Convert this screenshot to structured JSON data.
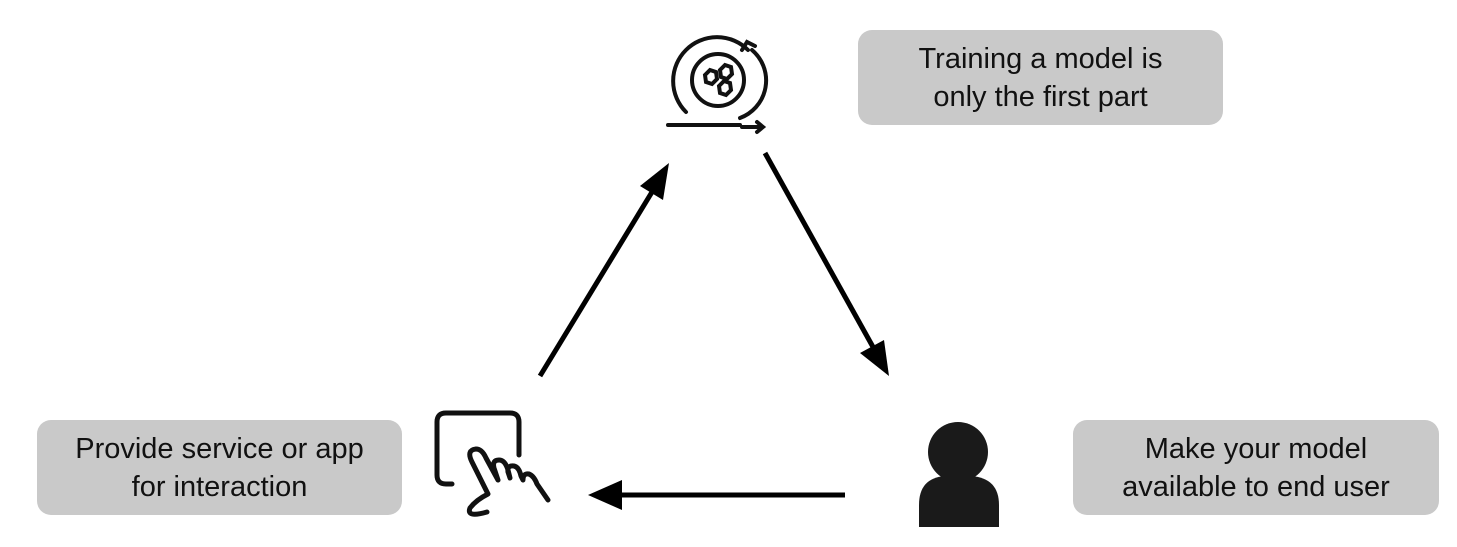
{
  "boxes": {
    "training": "Training a model is\nonly the first part",
    "provide": "Provide service or app\nfor interaction",
    "make_available": "Make your model\navailable to end user"
  },
  "icons": [
    "model-training-cycle-icon",
    "touch-screen-icon",
    "user-icon"
  ],
  "colors": {
    "box": "#c9c9c9",
    "stroke": "#000000"
  }
}
